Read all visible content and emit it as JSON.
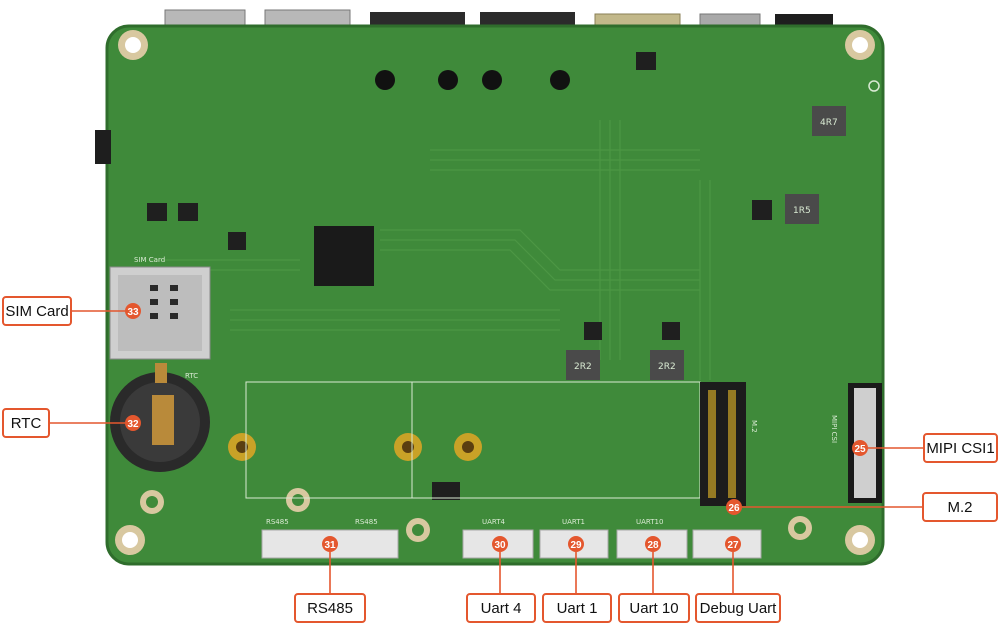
{
  "callouts": {
    "sim_card": {
      "label": "SIM Card",
      "number": "33"
    },
    "rtc": {
      "label": "RTC",
      "number": "32"
    },
    "rs485": {
      "label": "RS485",
      "number": "31"
    },
    "uart4": {
      "label": "Uart 4",
      "number": "30"
    },
    "uart1": {
      "label": "Uart 1",
      "number": "29"
    },
    "uart10": {
      "label": "Uart 10",
      "number": "28"
    },
    "debug_uart": {
      "label": "Debug Uart",
      "number": "27"
    },
    "m2": {
      "label": "M.2",
      "number": "26"
    },
    "mipi_csi1": {
      "label": "MIPI CSI1",
      "number": "25"
    }
  },
  "silkscreen": {
    "sim": "SIM Card",
    "rtc": "RTC",
    "rs485_a": "RS485",
    "rs485_b": "RS485",
    "uart4": "UART4",
    "uart1": "UART1",
    "uart10": "UART10",
    "m2": "M.2",
    "mipi": "MIPI CSI",
    "inductor1": "2R2",
    "inductor2": "2R2",
    "inductor3": "1R5",
    "inductor4": "4R7"
  },
  "colors": {
    "board": "#3f8a3a",
    "board_dark": "#2f6d2c",
    "accent": "#e4572e",
    "gold": "#c9a227"
  }
}
